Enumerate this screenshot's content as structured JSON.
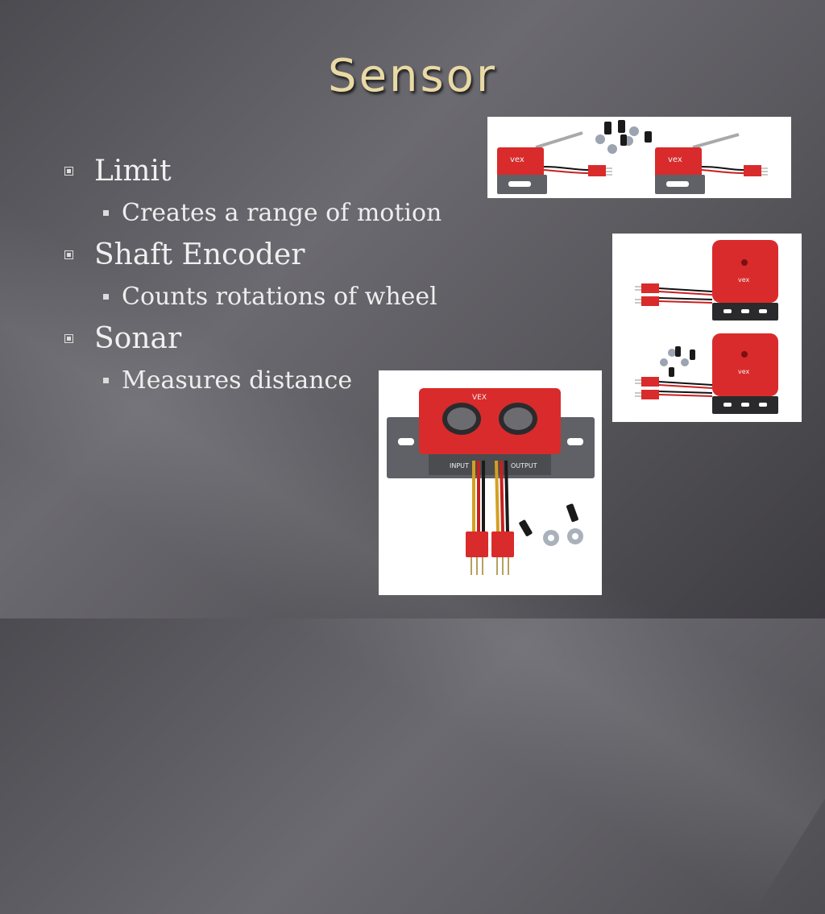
{
  "slide": {
    "title": "Sensor",
    "bullets": [
      {
        "text": "Limit",
        "sub": "Creates a range of motion"
      },
      {
        "text": "Shaft Encoder",
        "sub": "Counts rotations of wheel"
      },
      {
        "text": "Sonar",
        "sub": "Measures distance"
      }
    ]
  },
  "photos": {
    "limit_logo": "vex",
    "encoder_logo": "vex",
    "sonar_logo": "VEX",
    "sonar_input_label": "INPUT",
    "sonar_output_label": "OUTPUT"
  },
  "colors": {
    "title": "#e9d9a4",
    "text": "#f0f0f0",
    "sensor_red": "#d92b2b",
    "mount_gray": "#5f6166"
  }
}
